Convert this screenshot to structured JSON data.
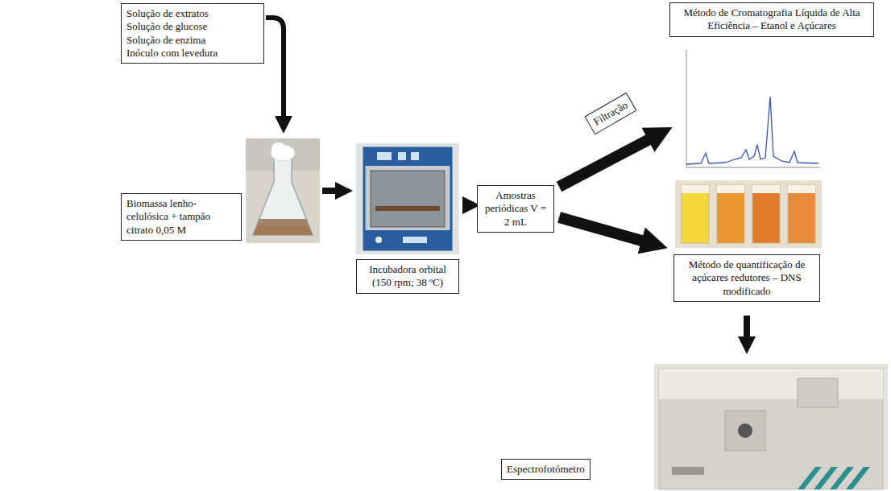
{
  "diagram": {
    "nodes": [
      {
        "text": [
          "Solução de extratos",
          "Solução de glucose",
          "Solução de enzima",
          "Inóculo com levedura"
        ]
      },
      {
        "text": [
          "Biomassa lenho-celulósica + tampão citrato 0,05 M"
        ]
      },
      {
        "text": [
          "Incubadora orbital (150 rpm; 38 ºC)"
        ]
      },
      {
        "text": [
          "Amostras periódicas V = 2 mL"
        ]
      },
      {
        "text": [
          "Filtração"
        ]
      },
      {
        "text": [
          "Método de Cromatografia Líquida de Alta Eficiência – Etanol e Açúcares"
        ]
      },
      {
        "text": [
          "Método de quantificação de açúcares redutores – DNS modificado"
        ]
      },
      {
        "text": [
          "Espectrofotómetro"
        ]
      }
    ]
  }
}
